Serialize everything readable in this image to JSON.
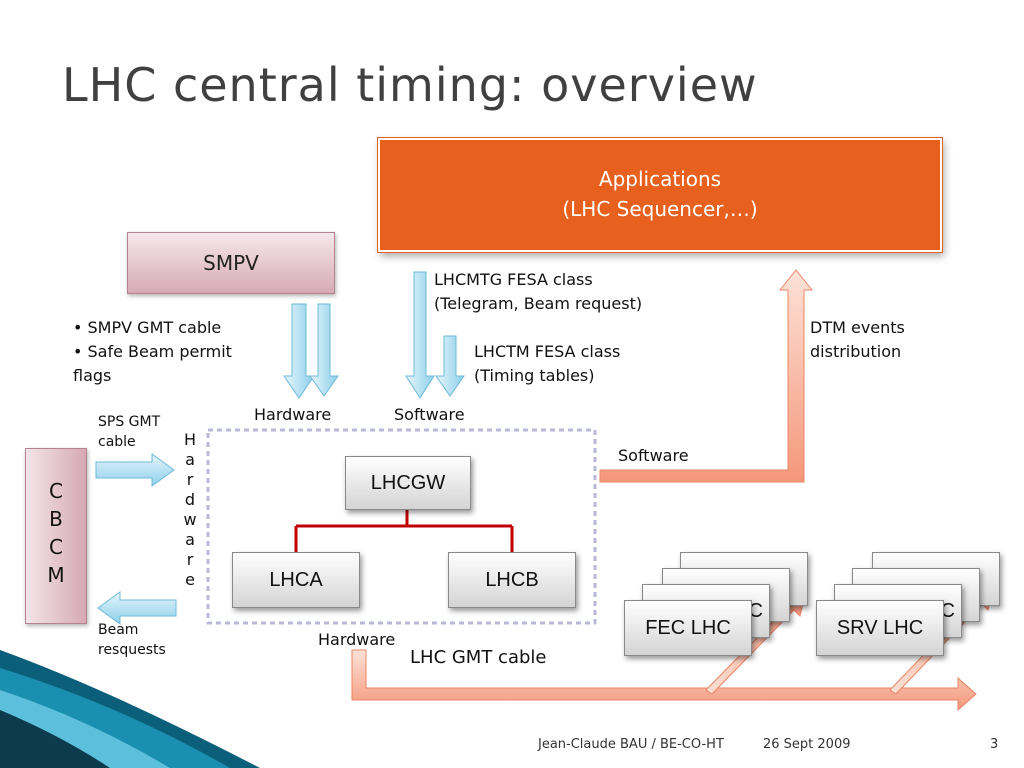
{
  "slide": {
    "title": "LHC central timing: overview",
    "applications": {
      "line1": "Applications",
      "line2": "(LHC Sequencer,…)"
    },
    "smpv": "SMPV",
    "cbcm": [
      "C",
      "B",
      "C",
      "M"
    ],
    "bullets": [
      "• SMPV GMT cable",
      "• Safe Beam permit",
      "flags"
    ],
    "lhcmtg": [
      "LHCMTG FESA class",
      "(Telegram, Beam request)"
    ],
    "lhctm": [
      "LHCTM FESA class",
      "(Timing tables)"
    ],
    "dtm": [
      "DTM events",
      "distribution"
    ],
    "hardware_top": "Hardware",
    "software_top": "Software",
    "software_right": "Software",
    "sps_gmt": [
      "SPS GMT",
      "cable"
    ],
    "hardware_vertical": [
      "H",
      "a",
      "r",
      "d",
      "w",
      "a",
      "r",
      "e"
    ],
    "beam_requests": [
      "Beam",
      "resquests"
    ],
    "hardware_bottom": "Hardware",
    "gmt_cable": "LHC GMT cable",
    "lhcgw": "LHCGW",
    "lhca": "LHCA",
    "lhcb": "LHCB",
    "fec_stack": {
      "front": "FEC LHC",
      "behind": "FEC LHC"
    },
    "srv_stack": {
      "front": "SRV LHC",
      "behind": "SRV LHC"
    }
  },
  "footer": {
    "author": "Jean-Claude BAU / BE-CO-HT",
    "date": "26 Sept 2009",
    "page": "3"
  },
  "colors": {
    "orange": "#e8601e",
    "pink": "#d7aab5",
    "blue_arrow": "#a9dcf0",
    "salmon_arrow": "#f7a98e",
    "red_line": "#c00000"
  }
}
